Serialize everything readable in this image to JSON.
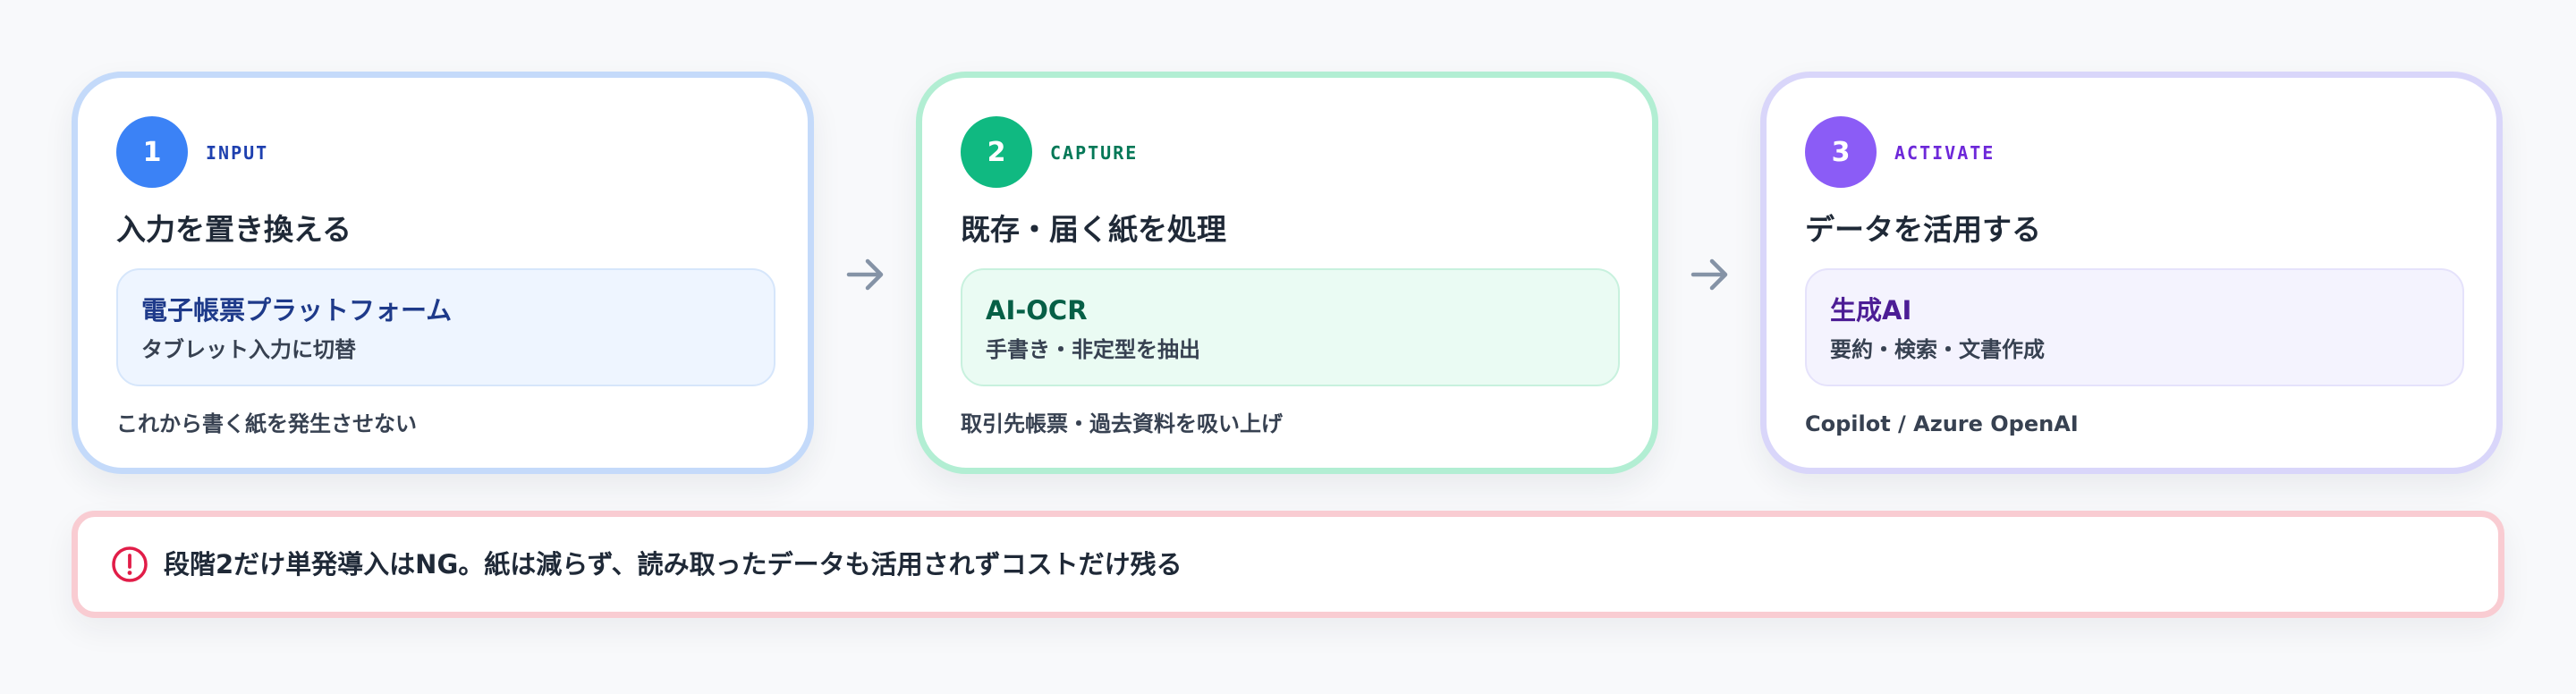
{
  "steps": [
    {
      "number": "1",
      "tag": "INPUT",
      "title": "入力を置き換える",
      "box_title": "電子帳票プラットフォーム",
      "box_sub": "タブレット入力に切替",
      "note": "これから書く紙を発生させない",
      "accent": "#3b82f6"
    },
    {
      "number": "2",
      "tag": "CAPTURE",
      "title": "既存・届く紙を処理",
      "box_title": "AI-OCR",
      "box_sub": "手書き・非定型を抽出",
      "note": "取引先帳票・過去資料を吸い上げ",
      "accent": "#10b981"
    },
    {
      "number": "3",
      "tag": "ACTIVATE",
      "title": "データを活用する",
      "box_title": "生成AI",
      "box_sub": "要約・検索・文書作成",
      "note": "Copilot / Azure OpenAI",
      "accent": "#8b5cf6"
    }
  ],
  "arrows": [
    "arrow-right-icon",
    "arrow-right-icon"
  ],
  "warning": {
    "icon": "alert-circle-icon",
    "text": "段階2だけ単発導入はNG。紙は減らず、読み取ったデータも活用されずコストだけ残る",
    "accent": "#e11d48"
  }
}
